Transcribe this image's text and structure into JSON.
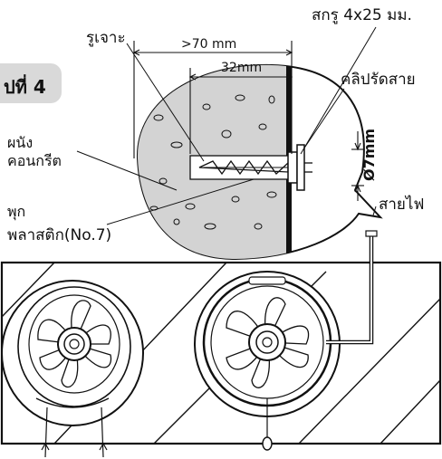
{
  "figure_label": "ปที่ 4",
  "labels": {
    "screw": "สกรู 4x25 มม.",
    "drill_hole": "รูเจาะ",
    "dim_outer": ">70 mm",
    "dim_inner": "32mm",
    "cable_clip": "คลิปรัดสาย",
    "wall_line1": "ผนัง",
    "wall_line2": "คอนกรีต",
    "diameter": "Ø7mm",
    "cable": "สายไฟ",
    "plug_line1": "พุก",
    "plug_line2": "พลาสติก(No.7)"
  }
}
